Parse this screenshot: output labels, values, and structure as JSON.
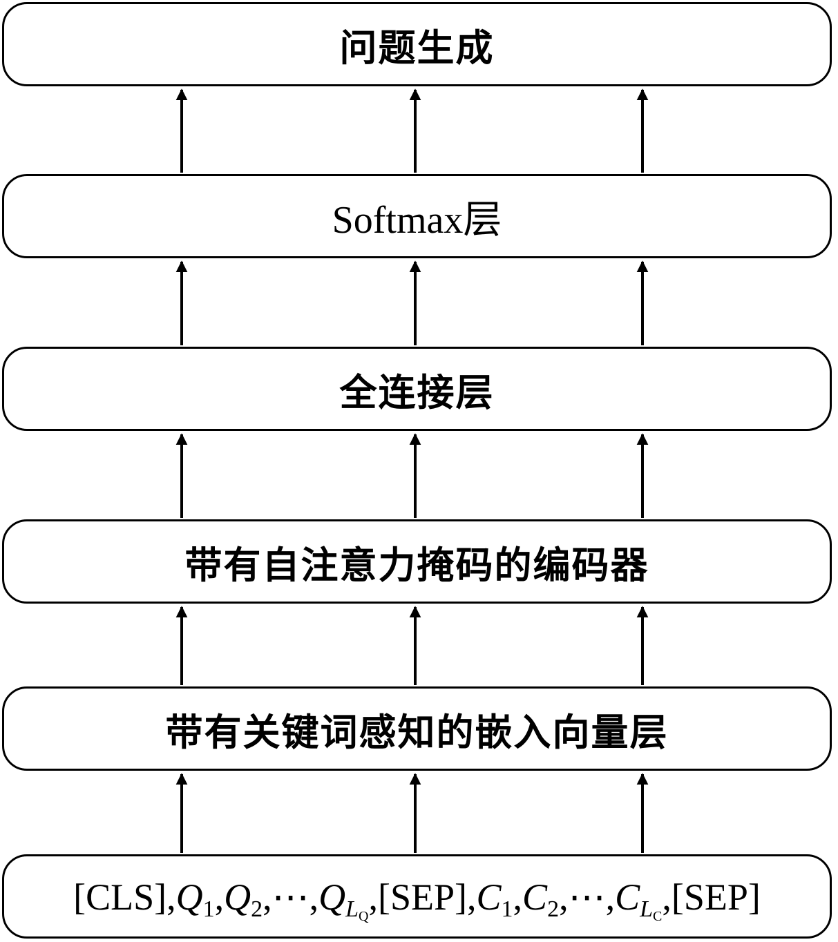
{
  "diagram": {
    "layers": [
      {
        "id": "question-generation",
        "label": "问题生成"
      },
      {
        "id": "softmax-layer",
        "label": "Softmax层"
      },
      {
        "id": "fully-connected-layer",
        "label": "全连接层"
      },
      {
        "id": "encoder-with-attention-mask",
        "label": "带有自注意力掩码的编码器"
      },
      {
        "id": "keyword-aware-embedding",
        "label": "带有关键词感知的嵌入向量层"
      }
    ],
    "input": {
      "tokens": [
        {
          "text": "[CLS]",
          "italic": false
        },
        {
          "text": ",",
          "italic": false
        },
        {
          "text": "Q",
          "italic": true,
          "sub": "1"
        },
        {
          "text": ",",
          "italic": false
        },
        {
          "text": "Q",
          "italic": true,
          "sub": "2"
        },
        {
          "text": ",⋯,",
          "italic": false
        },
        {
          "text": "Q",
          "italic": true,
          "sub": "L",
          "subsub": "Q"
        },
        {
          "text": ",[SEP],",
          "italic": false
        },
        {
          "text": "C",
          "italic": true,
          "sub": "1"
        },
        {
          "text": ",",
          "italic": false
        },
        {
          "text": "C",
          "italic": true,
          "sub": "2"
        },
        {
          "text": ",⋯,",
          "italic": false
        },
        {
          "text": "C",
          "italic": true,
          "sub": "L",
          "subsub": "C"
        },
        {
          "text": ",[SEP]",
          "italic": false
        }
      ]
    },
    "arrow_columns": 3,
    "stroke_color": "#000000"
  }
}
